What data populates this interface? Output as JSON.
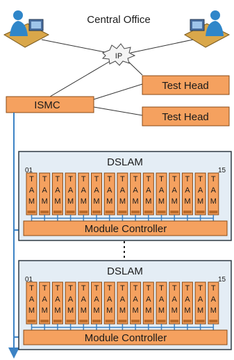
{
  "title": "Central Office",
  "cloud_label": "IP",
  "ismc_label": "ISMC",
  "test_heads": [
    "Test Head",
    "Test Head"
  ],
  "dslams": [
    {
      "label": "DSLAM",
      "first_slot": "01",
      "last_slot": "15",
      "controller_label": "Module Controller"
    },
    {
      "label": "DSLAM",
      "first_slot": "01",
      "last_slot": "15",
      "controller_label": "Module Controller"
    }
  ],
  "tam": {
    "letters": [
      "T",
      "A",
      "M"
    ],
    "count": 15
  },
  "colors": {
    "orange": "#f5a15f",
    "orange_border": "#8a4a14",
    "bus_blue": "#3c82c4",
    "chassis_fill": "#e4edf5",
    "chassis_border": "#2f3a44"
  },
  "icons": [
    "workstation-icon",
    "workstation-icon",
    "cloud-icon"
  ]
}
